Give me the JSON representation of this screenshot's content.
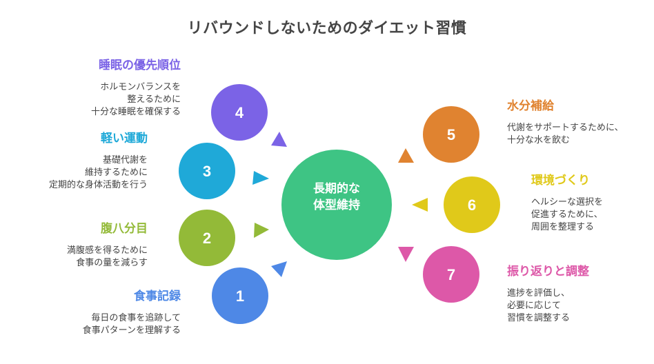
{
  "title": "リバウンドしないためのダイエット習慣",
  "center": {
    "line1": "長期的な",
    "line2": "体型維持",
    "color": "#3EC484"
  },
  "steps": [
    {
      "number": "1",
      "title": "食事記録",
      "desc": [
        "毎日の食事を追跡して",
        "食事パターンを理解する"
      ],
      "color": "#4E88E6"
    },
    {
      "number": "2",
      "title": "腹八分目",
      "desc": [
        "満腹感を得るために",
        "食事の量を減らす"
      ],
      "color": "#93BA38"
    },
    {
      "number": "3",
      "title": "軽い運動",
      "desc": [
        "基礎代謝を",
        "維持するために",
        "定期的な身体活動を行う"
      ],
      "color": "#1FA9D8"
    },
    {
      "number": "4",
      "title": "睡眠の優先順位",
      "desc": [
        "ホルモンバランスを",
        "整えるために",
        "十分な睡眠を確保する"
      ],
      "color": "#7B63E6"
    },
    {
      "number": "5",
      "title": "水分補給",
      "desc": [
        "代謝をサポートするために、",
        "十分な水を飲む"
      ],
      "color": "#E08330"
    },
    {
      "number": "6",
      "title": "環境づくり",
      "desc": [
        "ヘルシーな選択を",
        "促進するために、",
        "周囲を整理する"
      ],
      "color": "#E0C91A"
    },
    {
      "number": "7",
      "title": "振り返りと調整",
      "desc": [
        "進捗を評価し、",
        "必要に応じて",
        "習慣を調整する"
      ],
      "color": "#DD58A8"
    }
  ]
}
